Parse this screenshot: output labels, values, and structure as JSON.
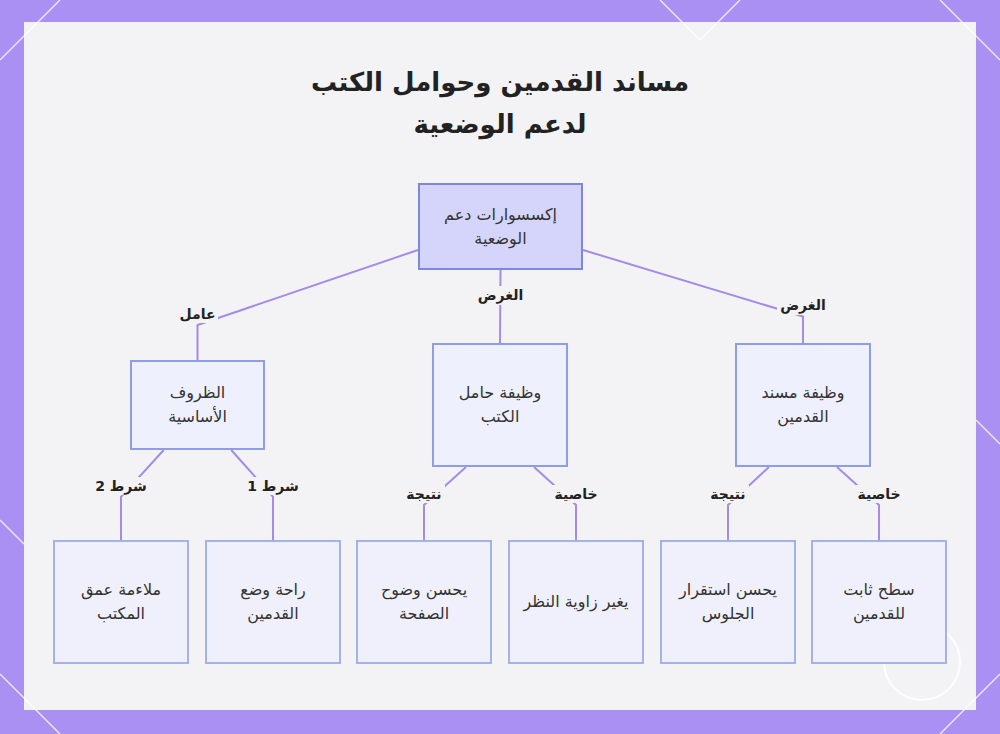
{
  "diagram": {
    "title": "مساند القدمين وحوامل الكتب لدعم الوضعية",
    "nodes": [
      {
        "text": [
          "إكسسوارات دعم الوضعية"
        ]
      },
      {
        "text": [
          "وظيفة مسند القدمين"
        ]
      },
      {
        "text": [
          "وظيفة حامل الكتب"
        ]
      },
      {
        "text": [
          "الظروف الأساسية"
        ]
      },
      {
        "text": [
          "سطح ثابت للقدمين"
        ]
      },
      {
        "text": [
          "يحسن استقرار الجلوس"
        ]
      },
      {
        "text": [
          "يغير زاوية النظر"
        ]
      },
      {
        "text": [
          "يحسن وضوح الصفحة"
        ]
      },
      {
        "text": [
          "راحة وضع القدمين"
        ]
      },
      {
        "text": [
          "ملاءمة عمق المكتب"
        ]
      }
    ],
    "edges": [
      {
        "from": 0,
        "to": 1,
        "label": "الغرض",
        "arrow": "none"
      },
      {
        "from": 0,
        "to": 2,
        "label": "الغرض",
        "arrow": "none"
      },
      {
        "from": 0,
        "to": 3,
        "label": "عامل",
        "arrow": "none"
      },
      {
        "from": 1,
        "to": 4,
        "label": "خاصية",
        "arrow": "none"
      },
      {
        "from": 1,
        "to": 5,
        "label": "نتيجة",
        "arrow": "none"
      },
      {
        "from": 2,
        "to": 6,
        "label": "خاصية",
        "arrow": "none"
      },
      {
        "from": 2,
        "to": 7,
        "label": "نتيجة",
        "arrow": "none"
      },
      {
        "from": 3,
        "to": 8,
        "label": "شرط 1",
        "arrow": "none"
      },
      {
        "from": 3,
        "to": 9,
        "label": "شرط 2",
        "arrow": "none"
      }
    ]
  }
}
